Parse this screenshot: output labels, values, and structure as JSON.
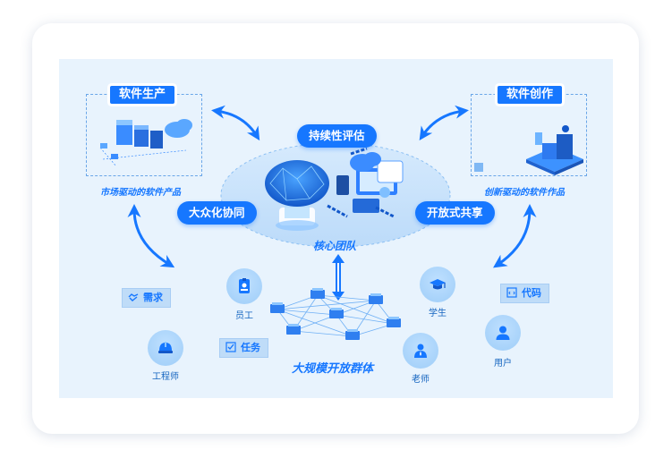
{
  "software_production": {
    "title": "软件生产",
    "caption": "市场驱动的软件产品"
  },
  "software_creation": {
    "title": "软件创作",
    "caption": "创新驱动的软件作品"
  },
  "core": {
    "top_label": "持续性评估",
    "left_label": "大众化协同",
    "right_label": "开放式共享",
    "caption": "核心团队"
  },
  "crowd": {
    "caption": "大规模开放群体",
    "chips": [
      {
        "label": "需求",
        "icon": "handshake-icon"
      },
      {
        "label": "任务",
        "icon": "task-check-icon"
      },
      {
        "label": "代码",
        "icon": "code-icon"
      }
    ],
    "roles": [
      {
        "label": "员工",
        "icon": "employee-badge-icon"
      },
      {
        "label": "工程师",
        "icon": "engineer-helmet-icon"
      },
      {
        "label": "学生",
        "icon": "graduation-cap-icon"
      },
      {
        "label": "老师",
        "icon": "teacher-icon"
      },
      {
        "label": "用户",
        "icon": "user-icon"
      }
    ]
  },
  "colors": {
    "primary": "#1677ff",
    "panel_bg": "#e8f3fd",
    "core_ellipse": "#c9e2fb",
    "role_circle": "#a9d3fa",
    "chip_bg": "#bfdcf8"
  }
}
